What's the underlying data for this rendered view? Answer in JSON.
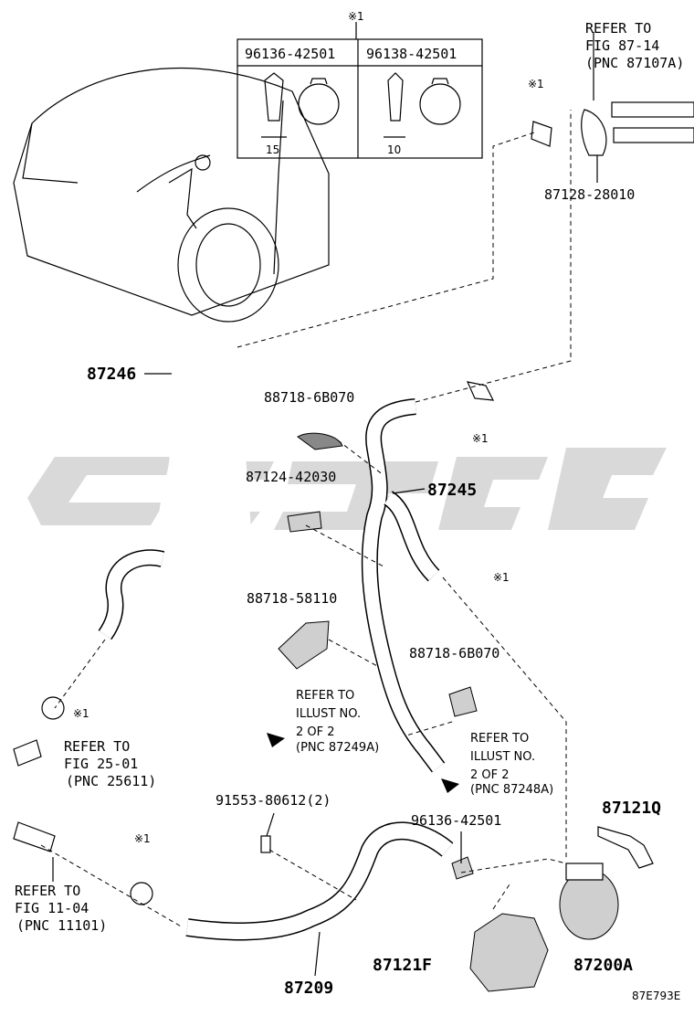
{
  "note_mark": "※1",
  "clip_table": {
    "col1": {
      "part": "96136-42501",
      "dim": "15"
    },
    "col2": {
      "part": "96138-42501",
      "dim": "10"
    }
  },
  "parts": {
    "p87246": "87246",
    "p87245": "87245",
    "p88718_6b070_a": "88718-6B070",
    "p87124": "87124-42030",
    "p88718_58110": "88718-58110",
    "p88718_6b070_b": "88718-6B070",
    "p87128": "87128-28010",
    "p87121q": "87121Q",
    "p87200a": "87200A",
    "p87121f": "87121F",
    "p87209": "87209",
    "p91553": "91553-80612(2)",
    "p96136": "96136-42501"
  },
  "refs": {
    "fig87": {
      "line1": "REFER TO",
      "line2": "FIG 87-14",
      "line3": "(PNC 87107A)"
    },
    "fig25": {
      "line1": "REFER TO",
      "line2": "FIG 25-01",
      "line3": "(PNC 25611)"
    },
    "fig11": {
      "line1": "REFER TO",
      "line2": "FIG 11-04",
      "line3": "(PNC 11101)"
    },
    "illust_a": {
      "line1": "REFER TO",
      "line2": "ILLUST NO.",
      "line3": "2 OF 2",
      "line4": "(PNC 87249A)"
    },
    "illust_b": {
      "line1": "REFER TO",
      "line2": "ILLUST NO.",
      "line3": "2 OF 2",
      "line4": "(PNC 87248A)"
    }
  },
  "figure_code": "87E793E",
  "watermark_color": "#d9d9d9"
}
